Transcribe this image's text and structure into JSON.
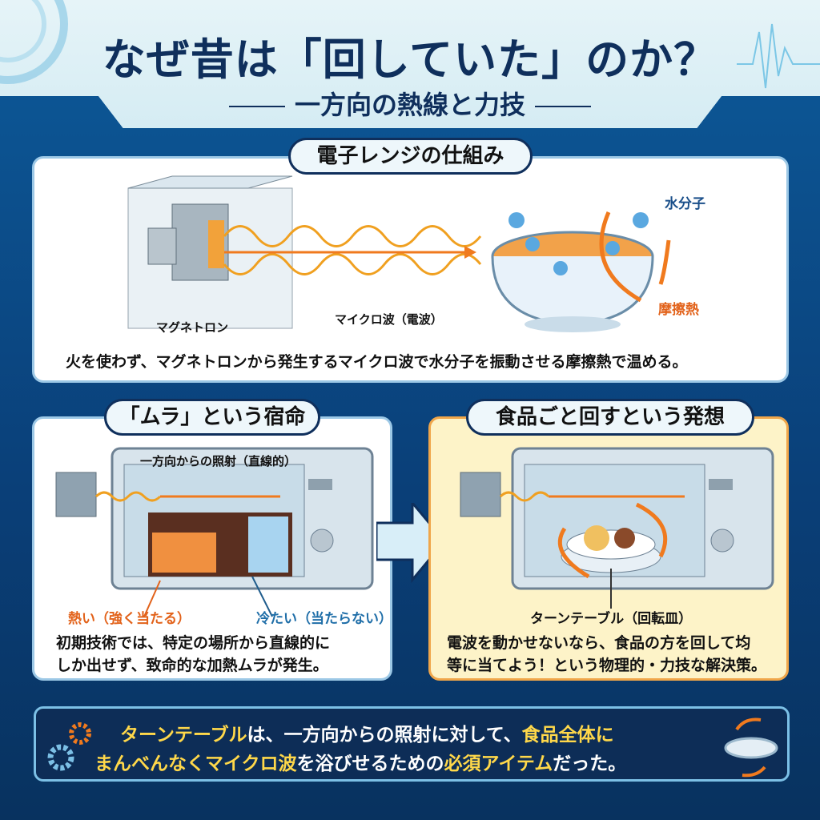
{
  "header": {
    "title": "なぜ昔は「回していた」のか？",
    "subtitle": "一方向の熱線と力技"
  },
  "mechanism": {
    "heading": "電子レンジの仕組み",
    "magnetron_label": "マグネトロン",
    "wave_label": "マイクロ波（電波）",
    "water_label": "水分子",
    "friction_label": "摩擦熱",
    "caption": "火を使わず、マグネトロンから発生するマイクロ波で水分子を振動させる摩擦熱で温める。"
  },
  "problem": {
    "heading": "「ムラ」という宿命",
    "beam_label": "一方向からの照射（直線的）",
    "hot_label": "熱い（強く当たる）",
    "cold_label": "冷たい（当たらない）",
    "caption_1": "初期技術では、特定の場所から直線的に",
    "caption_2": "しか出せず、致命的な加熱ムラが発生。"
  },
  "solution": {
    "heading": "食品ごと回すという発想",
    "turntable_label": "ターンテーブル（回転皿）",
    "caption_1": "電波を動かせないなら、食品の方を回して均",
    "caption_2": "等に当てよう！という物理的・力技な解決策。"
  },
  "summary": {
    "line1": [
      {
        "t": "ターンテーブル",
        "h": true
      },
      {
        "t": "は、一方向からの照射に対して、",
        "h": false
      },
      {
        "t": "食品全体に",
        "h": true
      }
    ],
    "line2": [
      {
        "t": "まんべんなくマイクロ波",
        "h": true
      },
      {
        "t": "を浴びせるための",
        "h": false
      },
      {
        "t": "必須アイテム",
        "h": true
      },
      {
        "t": "だった。",
        "h": false
      }
    ]
  },
  "colors": {
    "navy": "#0f2f5c",
    "orange": "#f07a1e",
    "highlight": "#ffd84a",
    "cream": "#fdf3c8"
  }
}
